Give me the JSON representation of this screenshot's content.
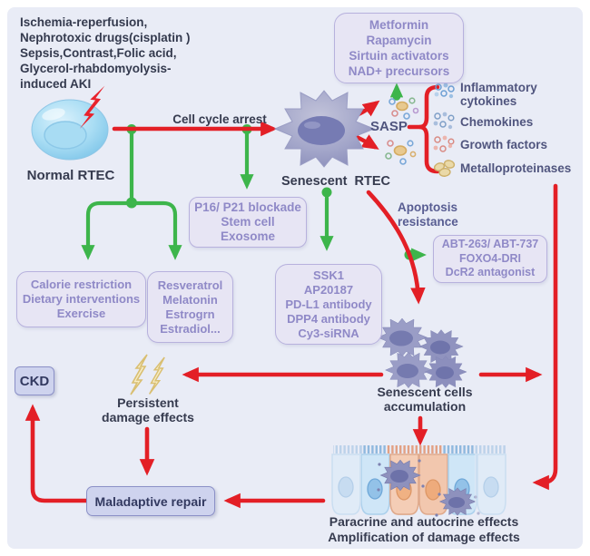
{
  "colors": {
    "background": "#e9ecf6",
    "frame": "#ffffff",
    "arrow_red": "#e31f26",
    "arrow_green": "#3db54b",
    "box_fill": "#e7e5f4",
    "box_border": "#b7b1dd",
    "box_text": "#8f89c7",
    "dark_box_fill": "#ced3ee",
    "dark_box_border": "#8b90c7",
    "dark_text": "#363b4f",
    "navy_text": "#50557e",
    "normal_cell_blue": "#8fd0ef",
    "senescent_cell_purple": "#9093c0",
    "epithelium_blue": "#d7eaf8",
    "epithelium_salmon": "#f4cdb6",
    "lightning_yellow": "#f7edc6",
    "lightning_red": "#e8232d"
  },
  "icons": {
    "red_lightning": "bolt-shape",
    "yellow_lightning": "bolt-shape",
    "green_up_arrow": "up-arrow-with-dot",
    "molecule_clusters": "dot-cluster",
    "sasp_brace": "red-curly-brace"
  },
  "causes": {
    "lines": [
      "Ischemia-reperfusion,",
      "Nephrotoxic drugs(cisplatin )",
      "Sepsis,Contrast,Folic acid,",
      "Glycerol-rhabdomyolysis-",
      "induced AKI"
    ]
  },
  "cells": {
    "normal_label": "Normal RTEC",
    "senescent_label": "Senescent  RTEC"
  },
  "arrows": {
    "cell_cycle_arrest": "Cell cycle arrest",
    "apoptosis": {
      "line1": "Apoptosis",
      "line2": "resistance"
    }
  },
  "sasp": {
    "label": "SASP",
    "items": [
      {
        "line1": "Inflammatory",
        "line2": "cytokines"
      },
      {
        "line1": "Chemokines"
      },
      {
        "line1": "Growth factors"
      },
      {
        "line1": "Metalloproteinases"
      }
    ]
  },
  "boxes": {
    "metformin": {
      "lines": [
        "Metformin",
        "Rapamycin",
        "Sirtuin activators",
        "NAD+ precursors"
      ]
    },
    "p16": {
      "lines": [
        "P16/ P21 blockade",
        "Stem cell",
        "Exosome"
      ]
    },
    "calorie": {
      "lines": [
        "Calorie restriction",
        "Dietary interventions",
        "Exercise"
      ]
    },
    "resveratrol": {
      "lines": [
        "Resveratrol",
        "Melatonin",
        "Estrogrn",
        "Estradiol..."
      ]
    },
    "ssk1": {
      "lines": [
        "SSK1",
        "AP20187",
        "PD-L1 antibody",
        "DPP4 antibody",
        "Cy3-siRNA"
      ]
    },
    "abt": {
      "lines": [
        "ABT-263/ ABT-737",
        "FOXO4-DRI",
        "DcR2 antagonist"
      ]
    }
  },
  "outcomes": {
    "ckd": "CKD",
    "maladaptive": "Maladaptive repair",
    "persistent": {
      "line1": "Persistent",
      "line2": "damage effects"
    },
    "accumulation": {
      "line1": "Senescent cells",
      "line2": "accumulation"
    },
    "paracrine": {
      "line1": "Paracrine and autocrine effects",
      "line2": "Amplification of damage effects"
    }
  }
}
